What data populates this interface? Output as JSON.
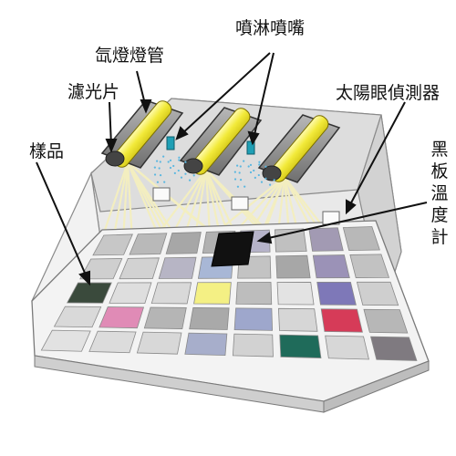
{
  "labels": {
    "xenon_lamp": "氙燈燈管",
    "spray": "噴淋噴嘴",
    "filter": "濾光片",
    "sun_sensor": "太陽眼偵測器",
    "sample": "樣品",
    "black_panel": [
      "黑",
      "板",
      "溫",
      "度",
      "計"
    ]
  },
  "colors": {
    "lamp_glow": "#f2ea3a",
    "light_rays": "#f3eec0",
    "nozzle": "#1f9fb5",
    "spray_drops": "#5ab7e0",
    "chamber_wall": "#ebebeb",
    "tray": "#f2f2f2",
    "black_panel": "#111111"
  },
  "samples": [
    [
      "#c7c7c7",
      "#b9b9b9",
      "#a7a7a7",
      "#b1b1b1",
      "#b6b3c9",
      "#c0c0c0",
      "#a29ab3",
      "#b8b8b8"
    ],
    [
      "#cfcfcf",
      "#d2d2d2",
      "#b7b5c5",
      "#a8b7d6",
      "#c3c3c3",
      "#a7a7a7",
      "#9b92b7",
      "#c2c2c2"
    ],
    [
      "#3a4a3c",
      "#dedede",
      "#d9d9d9",
      "#f4f084",
      "#bdbdbd",
      "#e3e3e3",
      "#7e78b8",
      "#cfcfcf"
    ],
    [
      "#d9d9d9",
      "#e08bb6",
      "#b5b5b5",
      "#a9a9a9",
      "#9ea7cc",
      "#d6d6d6",
      "#d63b58",
      "#b7b7b7"
    ],
    [
      "#e2e2e2",
      "#dcdcdc",
      "#d8d8d8",
      "#a7aecb",
      "#d2d2d2",
      "#1f6b5a",
      "#d7d7d7",
      "#7f7a80"
    ]
  ]
}
